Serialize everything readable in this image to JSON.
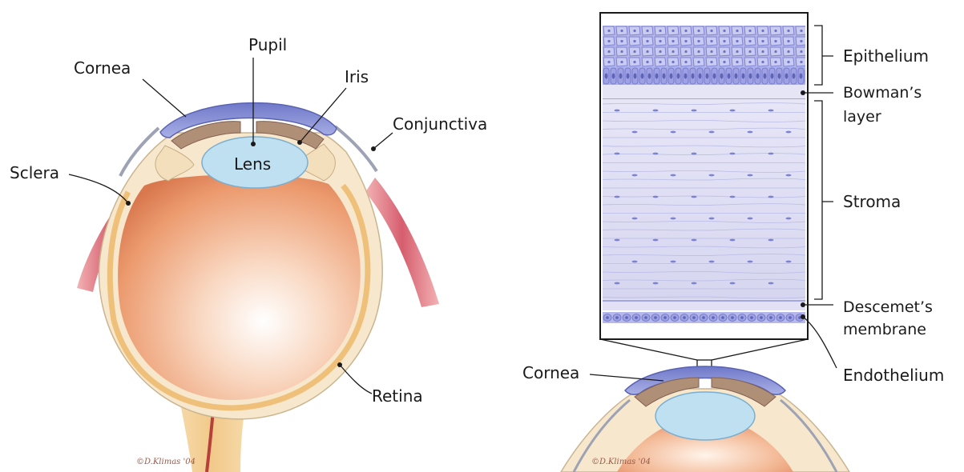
{
  "left_figure": {
    "labels": {
      "cornea": "Cornea",
      "pupil": "Pupil",
      "iris": "Iris",
      "conjunctiva": "Conjunctiva",
      "sclera": "Sclera",
      "lens": "Lens",
      "retina": "Retina"
    },
    "signature": "©D.Klimas '04"
  },
  "right_figure": {
    "labels": {
      "epithelium": "Epithelium",
      "bowmans_line1": "Bowman’s",
      "bowmans_line2": "layer",
      "stroma": "Stroma",
      "descemets_line1": "Descemet’s",
      "descemets_line2": "membrane",
      "endothelium": "Endothelium",
      "cornea": "Cornea"
    },
    "signature": "©D.Klimas '04"
  },
  "colors": {
    "cornea_blue": "#8f97d6",
    "lens_blue": "#bfe0f0",
    "sclera_cream": "#f6e7cf",
    "retina_orange": "#e9a07a",
    "muscle_pink": "#d9707a",
    "stroma_lavender": "#dcdcf3",
    "cell_purple": "#8a8fd8"
  }
}
